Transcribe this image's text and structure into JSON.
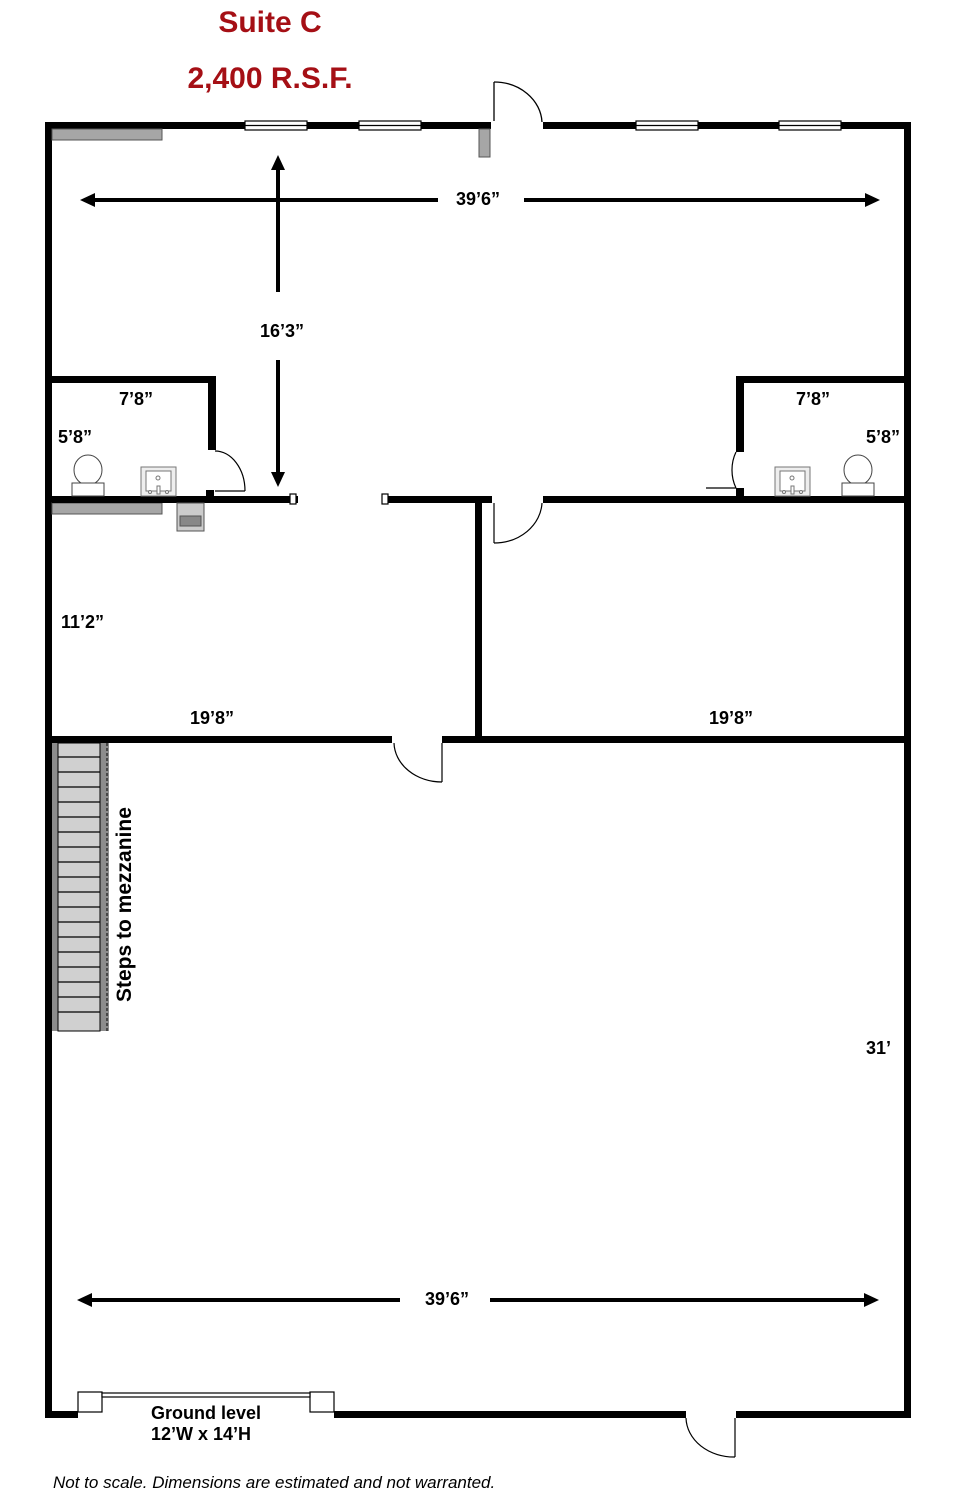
{
  "header": {
    "suite": "Suite C",
    "area": "2,400 R.S.F."
  },
  "colors": {
    "title": "#a50f15",
    "wall": "#000000",
    "fixture": "#a6a6a6",
    "stairs": "#d0d0d0"
  },
  "dimensions": {
    "top_width": "39’6”",
    "top_depth": "16’3”",
    "restroom_left_width": "7’8”",
    "restroom_left_depth": "5’8”",
    "restroom_right_width": "7’8”",
    "restroom_right_depth": "5’8”",
    "office_left_depth": "11’2”",
    "office_left_width": "19’8”",
    "office_right_width": "19’8”",
    "warehouse_depth": "31’",
    "warehouse_width": "39’6”"
  },
  "labels": {
    "stairs": "Steps to mezzanine",
    "overhead_door_line1": "Ground level",
    "overhead_door_line2": "12’W x 14’H"
  },
  "footer": {
    "disclaimer": "Not to scale.  Dimensions are  estimated and not warranted."
  }
}
